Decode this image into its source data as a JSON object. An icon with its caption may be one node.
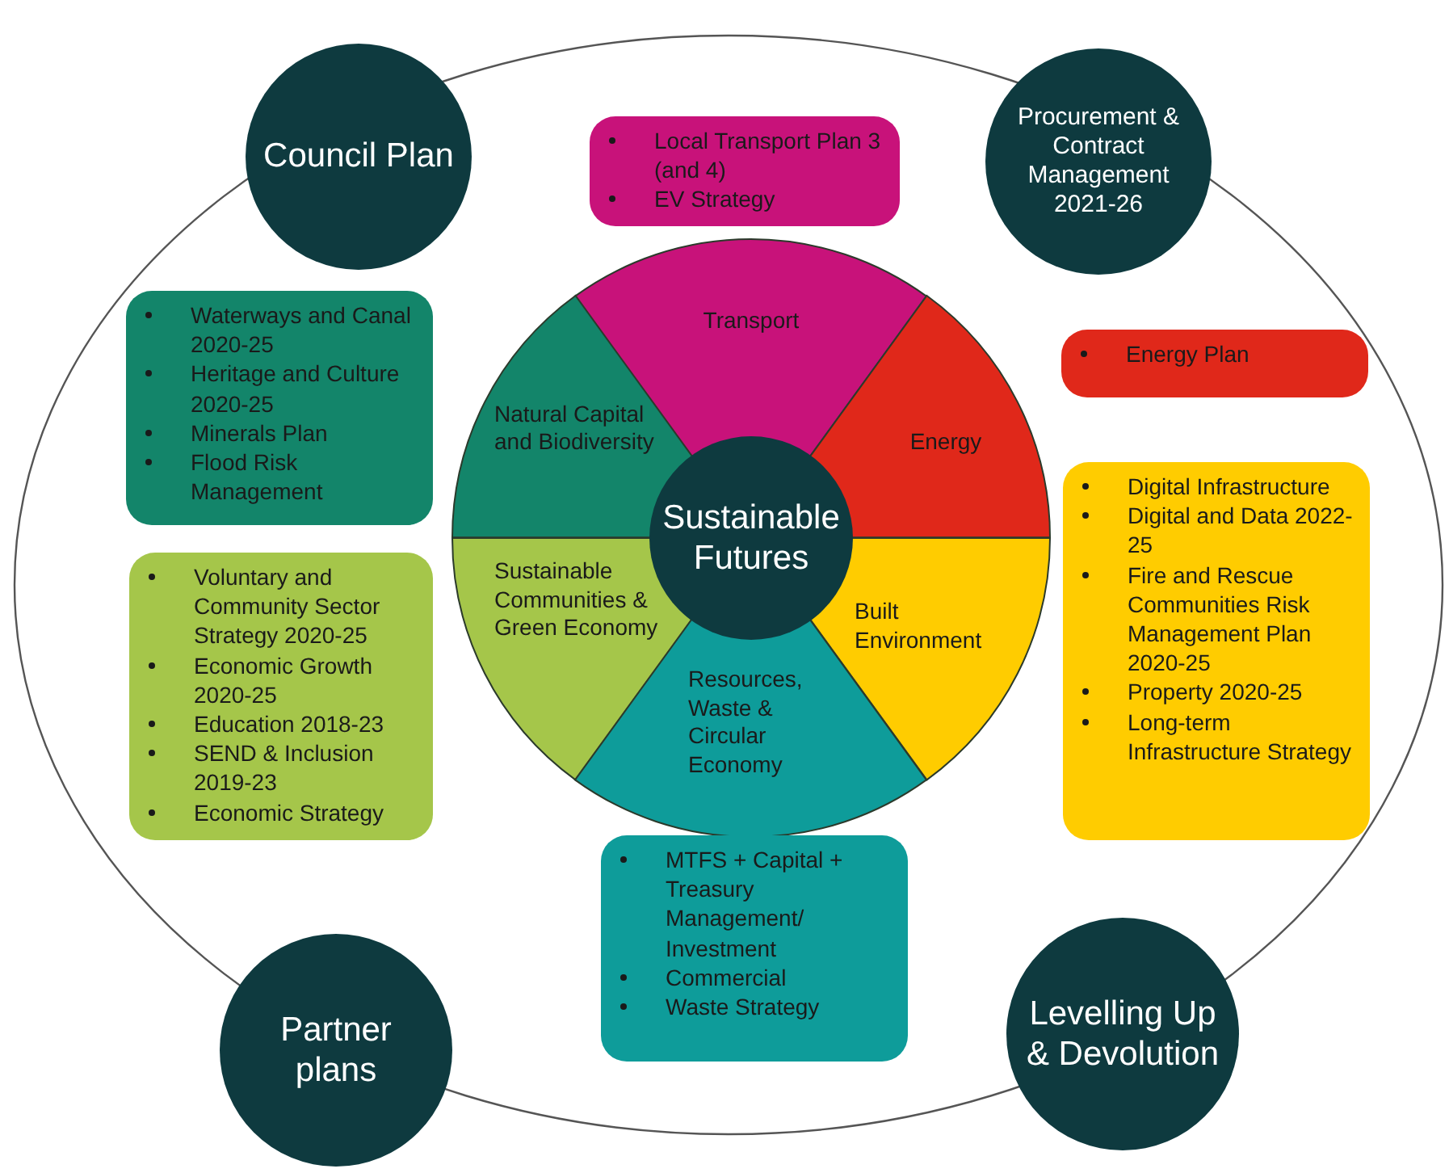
{
  "diagram": {
    "nodes": [
      {
        "text": [
          "Council Plan"
        ]
      },
      {
        "text": [
          "Local Transport Plan 3 (and 4)",
          "EV Strategy"
        ]
      },
      {
        "text": [
          "Procurement & Contract Management 2021-26"
        ]
      },
      {
        "text": [
          "Transport"
        ]
      },
      {
        "text": [
          "Waterways and Canal 2020-25",
          "Heritage and Culture 2020-25",
          "Minerals Plan",
          "Flood Risk Management"
        ]
      },
      {
        "text": [
          "Energy Plan"
        ]
      },
      {
        "text": [
          "Natural Capital and Biodiversity"
        ]
      },
      {
        "text": [
          "Energy"
        ]
      },
      {
        "text": [
          "Sustainable Futures"
        ]
      },
      {
        "text": [
          "Digital Infrastructure",
          "Digital and Data 2022-25",
          "Fire and Rescue Communities Risk Management Plan 2020-25",
          "Property 2020-25",
          "Long-term Infrastructure Strategy"
        ]
      },
      {
        "text": [
          "Sustainable Communities & Green Economy"
        ]
      },
      {
        "text": [
          "Built Environment"
        ]
      },
      {
        "text": [
          "Voluntary and Community Sector Strategy 2020-25",
          "Economic Growth 2020-25",
          "Education 2018-23",
          "SEND & Inclusion 2019-23",
          "Economic Strategy"
        ]
      },
      {
        "text": [
          "Resources, Waste & Circular Economy"
        ]
      },
      {
        "text": [
          "MTFS + Capital + Treasury Management/ Investment",
          "Commercial",
          "Waste Strategy"
        ]
      },
      {
        "text": [
          "Partner plans"
        ]
      },
      {
        "text": [
          "Levelling Up & Devolution"
        ]
      }
    ]
  }
}
